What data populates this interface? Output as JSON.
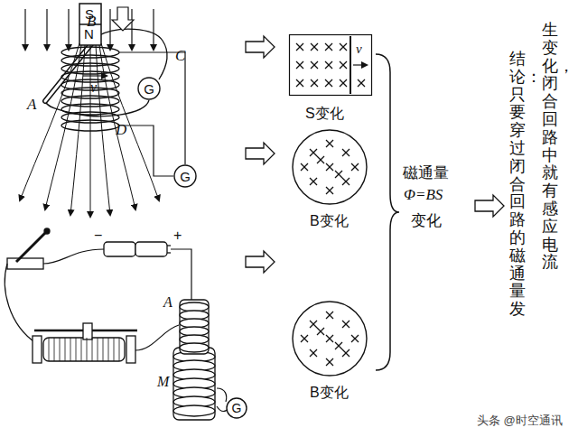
{
  "diagram": {
    "nodes": [
      {
        "text": [
          "G"
        ]
      },
      {
        "text": [
          "G"
        ]
      },
      {
        "text": [
          "G"
        ]
      },
      {
        "text": [
          "v",
          "S变化"
        ]
      },
      {
        "text": [
          "B变化"
        ]
      },
      {
        "text": [
          "B变化"
        ]
      }
    ],
    "labels": [
      "A",
      "B",
      "C",
      "D",
      "v",
      "S",
      "N",
      "−",
      "+",
      "A",
      "M",
      "磁通量",
      "Φ=BS",
      "变化",
      "结论：只要穿过闭合回路的磁通量发",
      "生变化，闭合回路中就有感应电流",
      "头条 @时空通讯"
    ]
  }
}
